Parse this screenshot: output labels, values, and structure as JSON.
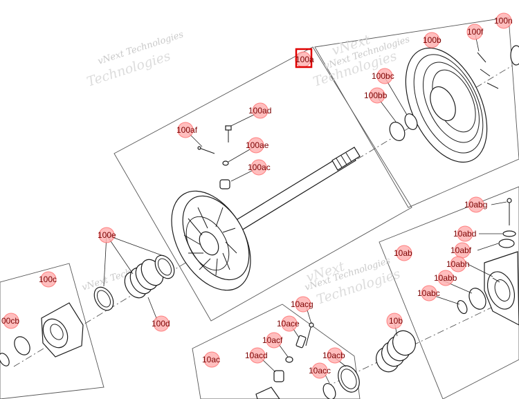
{
  "watermark": {
    "line1": "vNext Technologies",
    "line2": "Technologies",
    "line3": "vNext"
  },
  "callouts": {
    "100a": "100a",
    "100b": "100b",
    "100bb": "100bb",
    "100bc": "100bc",
    "100f": "100f",
    "100n": "100n",
    "100ad": "100ad",
    "100af": "100af",
    "100ae": "100ae",
    "100ac": "100ac",
    "100e": "100e",
    "100c": "100c",
    "00cb": "00cb",
    "100d": "100d",
    "10abg": "10abg",
    "10abd": "10abd",
    "10abf": "10abf",
    "10ab": "10ab",
    "10abh": "10abh",
    "10abb": "10abb",
    "10abc": "10abc",
    "10acg": "10acg",
    "10ace": "10ace",
    "10acf": "10acf",
    "10acd": "10acd",
    "10ac": "10ac",
    "10acb": "10acb",
    "10acc": "10acc",
    "10b": "10b"
  },
  "selected_callout": "100a",
  "colors": {
    "selection_box": "#e00000",
    "callout_dot": "#ffb3b3",
    "line_art": "#1a1a1a"
  }
}
